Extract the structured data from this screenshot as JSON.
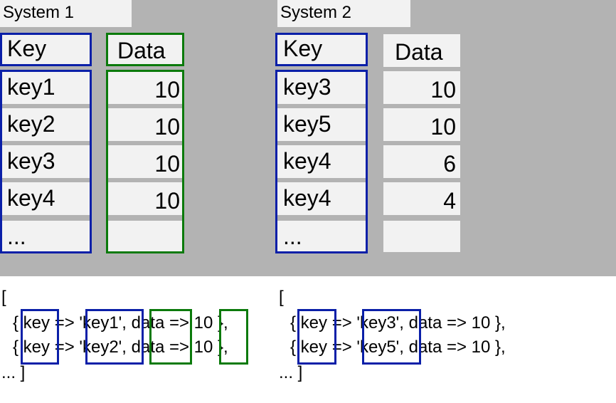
{
  "system1": {
    "title": "System 1",
    "key_header": "Key",
    "data_header": "Data",
    "keys": [
      "key1",
      "key2",
      "key3",
      "key4",
      "..."
    ],
    "data": [
      "10",
      "10",
      "10",
      "10",
      ""
    ]
  },
  "system2": {
    "title": "System 2",
    "key_header": "Key",
    "data_header": "Data",
    "keys": [
      "key3",
      "key5",
      "key4",
      "key4",
      "..."
    ],
    "data": [
      "10",
      "10",
      "6",
      "4",
      ""
    ]
  },
  "code1": {
    "open": "[",
    "line1": "{ key => 'key1', data => 10 },",
    "line2": "{ key => 'key2', data => 10 },",
    "close": "... ]"
  },
  "code2": {
    "open": "[",
    "line1": "{ key => 'key3', data => 10 },",
    "line2": "{ key => 'key5', data => 10 },",
    "close": "... ]"
  },
  "colors": {
    "key_outline": "#0a1fa8",
    "data_outline": "#0b7a0b",
    "panel": "#b3b3b3",
    "cell": "#f2f2f2"
  }
}
